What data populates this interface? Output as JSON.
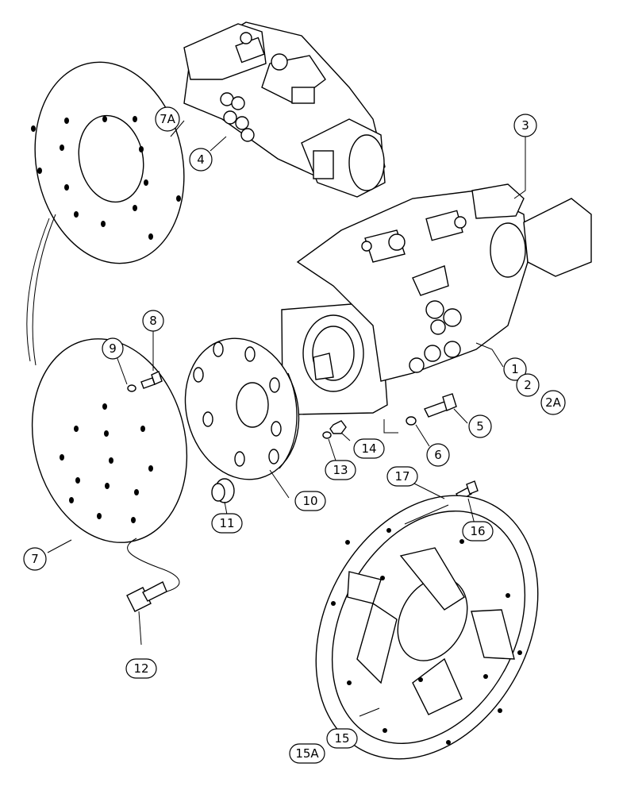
{
  "callouts": [
    {
      "id": "c1",
      "label": "1",
      "shape": "circle"
    },
    {
      "id": "c2",
      "label": "2",
      "shape": "circle"
    },
    {
      "id": "c2a",
      "label": "2A",
      "shape": "circle"
    },
    {
      "id": "c3",
      "label": "3",
      "shape": "circle"
    },
    {
      "id": "c4",
      "label": "4",
      "shape": "circle"
    },
    {
      "id": "c5",
      "label": "5",
      "shape": "circle"
    },
    {
      "id": "c6",
      "label": "6",
      "shape": "circle"
    },
    {
      "id": "c7",
      "label": "7",
      "shape": "circle"
    },
    {
      "id": "c7a",
      "label": "7A",
      "shape": "circle"
    },
    {
      "id": "c8",
      "label": "8",
      "shape": "circle"
    },
    {
      "id": "c9",
      "label": "9",
      "shape": "circle"
    },
    {
      "id": "c10",
      "label": "10",
      "shape": "pill"
    },
    {
      "id": "c11",
      "label": "11",
      "shape": "pill"
    },
    {
      "id": "c12",
      "label": "12",
      "shape": "pill"
    },
    {
      "id": "c13",
      "label": "13",
      "shape": "pill"
    },
    {
      "id": "c14",
      "label": "14",
      "shape": "pill"
    },
    {
      "id": "c15",
      "label": "15",
      "shape": "pill"
    },
    {
      "id": "c15a",
      "label": "15A",
      "shape": "pill"
    },
    {
      "id": "c16",
      "label": "16",
      "shape": "pill"
    },
    {
      "id": "c17",
      "label": "17",
      "shape": "pill"
    }
  ]
}
